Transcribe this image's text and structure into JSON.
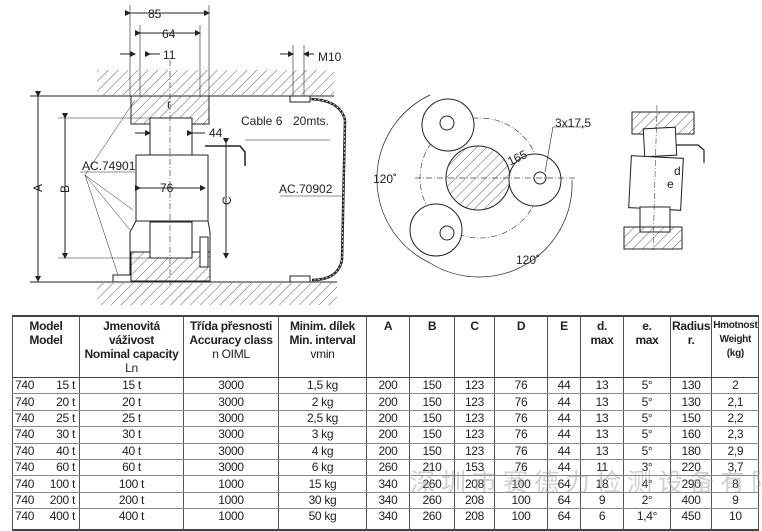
{
  "drawing": {
    "dim_85": "85",
    "dim_64": "64",
    "dim_11": "11",
    "dim_m10": "M10",
    "label_r": "r",
    "dim_44": "44",
    "cable": "Cable  6",
    "cable_len": "20mts.",
    "ac74901": "AC.74901",
    "ac70902": "AC.70902",
    "dim_76": "76",
    "dim_a": "A",
    "dim_b": "B",
    "dim_c": "C",
    "diameter_symbol": "ø",
    "angle_120_left": "120˚",
    "angle_120_bottom": "120˚",
    "dim_165": "165",
    "holes": "3x17,5",
    "label_d": "d",
    "label_e": "e"
  },
  "table": {
    "headers": [
      {
        "l1": "Model",
        "l2": "Model",
        "l3": ""
      },
      {
        "l1": "Jmenovitá váživost",
        "l2": "Nominal capacity",
        "l3": "Ln"
      },
      {
        "l1": "Třída přesnosti",
        "l2": "Accuracy class",
        "l3": "n OIML"
      },
      {
        "l1": "Minim. dílek",
        "l2": "Min. interval",
        "l3": "vmin"
      },
      {
        "l1": "A",
        "l2": "",
        "l3": ""
      },
      {
        "l1": "B",
        "l2": "",
        "l3": ""
      },
      {
        "l1": "C",
        "l2": "",
        "l3": ""
      },
      {
        "l1": "D",
        "l2": "",
        "l3": ""
      },
      {
        "l1": "E",
        "l2": "",
        "l3": ""
      },
      {
        "l1": "d.",
        "l2": "max",
        "l3": ""
      },
      {
        "l1": "e.",
        "l2": "max",
        "l3": ""
      },
      {
        "l1": "Radius",
        "l2": "r.",
        "l3": ""
      },
      {
        "l1": "Hmotnost",
        "l2": "Weight",
        "l3": "(kg)"
      }
    ],
    "rows": [
      [
        "740",
        "15 t",
        "15 t",
        "3000",
        "1,5 kg",
        "200",
        "150",
        "123",
        "76",
        "44",
        "13",
        "5°",
        "130",
        "2"
      ],
      [
        "740",
        "20 t",
        "20 t",
        "3000",
        "2 kg",
        "200",
        "150",
        "123",
        "76",
        "44",
        "13",
        "5°",
        "130",
        "2,1"
      ],
      [
        "740",
        "25 t",
        "25 t",
        "3000",
        "2,5 kg",
        "200",
        "150",
        "123",
        "76",
        "44",
        "13",
        "5°",
        "150",
        "2,2"
      ],
      [
        "740",
        "30 t",
        "30 t",
        "3000",
        "3 kg",
        "200",
        "150",
        "123",
        "76",
        "44",
        "13",
        "5°",
        "160",
        "2,3"
      ],
      [
        "740",
        "40 t",
        "40 t",
        "3000",
        "4 kg",
        "200",
        "150",
        "123",
        "76",
        "44",
        "13",
        "5°",
        "180",
        "2,9"
      ],
      [
        "740",
        "60 t",
        "60 t",
        "3000",
        "6 kg",
        "260",
        "210",
        "153",
        "76",
        "44",
        "11",
        "3°",
        "220",
        "3,7"
      ],
      [
        "740",
        "100 t",
        "100 t",
        "1000",
        "15 kg",
        "340",
        "260",
        "208",
        "100",
        "64",
        "18",
        "4°",
        "290",
        "8"
      ],
      [
        "740",
        "200 t",
        "200 t",
        "1000",
        "30 kg",
        "340",
        "260",
        "208",
        "100",
        "64",
        "9",
        "2°",
        "400",
        "9"
      ],
      [
        "740",
        "400 t",
        "400 t",
        "1000",
        "50 kg",
        "340",
        "260",
        "208",
        "100",
        "64",
        "6",
        "1,4°",
        "450",
        "10"
      ]
    ]
  },
  "watermark": "深圳市赛德力检测设备有限公司"
}
